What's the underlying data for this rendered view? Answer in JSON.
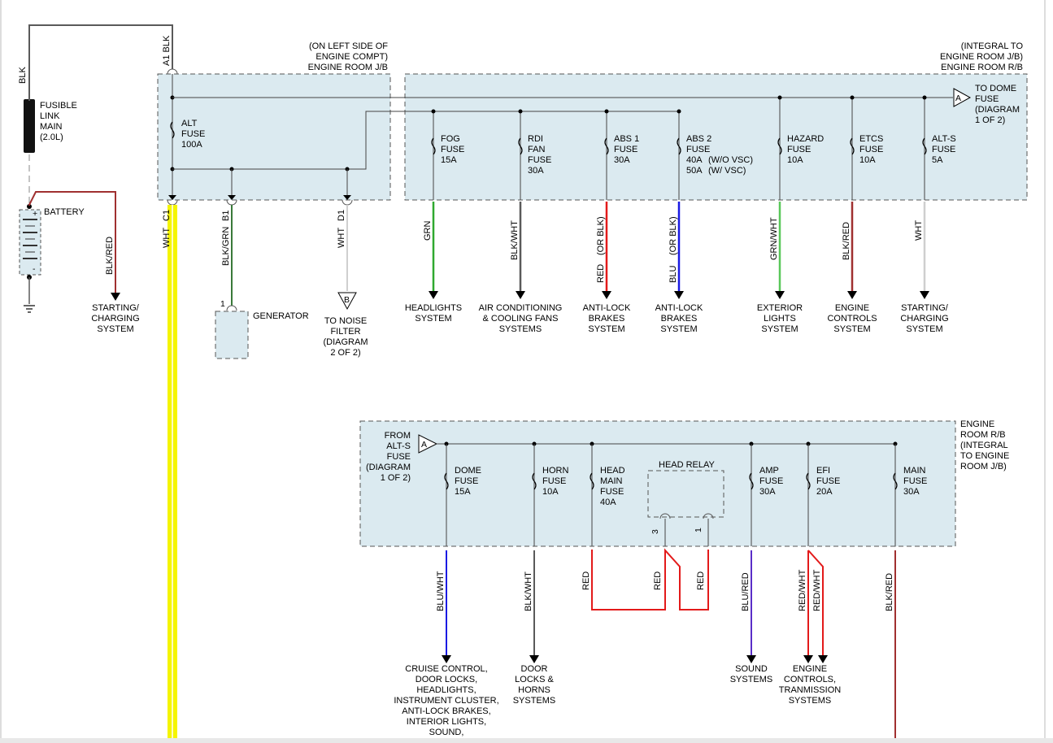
{
  "colors": {
    "GRN": "#2fa82f",
    "RED": "#e31a1a",
    "BLU": "#1a1ae3",
    "WHT": "#cfcfcf",
    "BLK": "#5a5a5a",
    "YEL": "#f5f500",
    "VIO": "#5a2ec8",
    "box_fill": "#dbeaf0"
  },
  "top": {
    "fusible_link": [
      "FUSIBLE",
      "LINK",
      "MAIN",
      "(2.0L)"
    ],
    "fusible_wire": "BLK",
    "a1_label": "A1 BLK",
    "battery_label": "BATTERY",
    "battery_wire": "BLK/RED",
    "battery_dest": [
      "STARTING/",
      "CHARGING",
      "SYSTEM"
    ],
    "jb_title": [
      "(ON LEFT SIDE OF",
      "ENGINE COMPT)",
      "ENGINE ROOM J/B"
    ],
    "rb_title": [
      "(INTEGRAL TO",
      "ENGINE ROOM J/B)",
      "ENGINE ROOM R/B"
    ],
    "alt_fuse": [
      "ALT",
      "FUSE",
      "100A"
    ],
    "c1": {
      "pin": "C1",
      "wire": "WHT"
    },
    "b1": {
      "pin": "B1",
      "wire": "BLK/GRN"
    },
    "d1": {
      "pin": "D1",
      "wire": "WHT"
    },
    "generator": {
      "pin": "1",
      "label": "GENERATOR"
    },
    "noise_connector": "B",
    "noise_label": [
      "TO NOISE",
      "FILTER",
      "(DIAGRAM",
      "2 OF 2)"
    ],
    "dome_connector": "A",
    "dome_label": [
      "TO DOME",
      "FUSE",
      "(DIAGRAM",
      "1 OF 2)"
    ],
    "fuses": [
      {
        "lines": [
          "FOG",
          "FUSE",
          "15A"
        ],
        "wire": "GRN",
        "dest": [
          "HEADLIGHTS",
          "SYSTEM"
        ]
      },
      {
        "lines": [
          "RDI",
          "FAN",
          "FUSE",
          "30A"
        ],
        "wire": "BLK/WHT",
        "dest": [
          "AIR CONDITIONING",
          "& COOLING FANS",
          "SYSTEMS"
        ]
      },
      {
        "lines": [
          "ABS 1",
          "FUSE",
          "30A"
        ],
        "wire": "RED",
        "wire_alt": "(OR BLK)",
        "dest": [
          "ANTI-LOCK",
          "BRAKES",
          "SYSTEM"
        ]
      },
      {
        "lines": [
          "ABS 2",
          "FUSE",
          "40A",
          "50A"
        ],
        "notes": [
          "(W/O VSC)",
          "(W/ VSC)"
        ],
        "wire": "BLU",
        "wire_alt": "(OR BLK)",
        "dest": [
          "ANTI-LOCK",
          "BRAKES",
          "SYSTEM"
        ]
      },
      {
        "lines": [
          "HAZARD",
          "FUSE",
          "10A"
        ],
        "wire": "GRN/WHT",
        "dest": [
          "EXTERIOR",
          "LIGHTS",
          "SYSTEM"
        ]
      },
      {
        "lines": [
          "ETCS",
          "FUSE",
          "10A"
        ],
        "wire": "BLK/RED",
        "dest": [
          "ENGINE",
          "CONTROLS",
          "SYSTEM"
        ]
      },
      {
        "lines": [
          "ALT-S",
          "FUSE",
          "5A"
        ],
        "wire": "WHT",
        "dest": [
          "STARTING/",
          "CHARGING",
          "SYSTEM"
        ]
      }
    ]
  },
  "bottom": {
    "rb_title": [
      "ENGINE",
      "ROOM R/B",
      "(INTEGRAL",
      "TO ENGINE",
      "ROOM J/B)"
    ],
    "from_connector": "A",
    "from_label": [
      "FROM",
      "ALT-S",
      "FUSE",
      "(DIAGRAM",
      "1 OF 2)"
    ],
    "fuses": [
      {
        "lines": [
          "DOME",
          "FUSE",
          "15A"
        ],
        "wire": "BLU/WHT",
        "dest": [
          "CRUISE CONTROL,",
          "DOOR LOCKS,",
          "HEADLIGHTS,",
          "INSTRUMENT CLUSTER,",
          "ANTI-LOCK BRAKES,",
          "INTERIOR LIGHTS,",
          "SOUND,"
        ]
      },
      {
        "lines": [
          "HORN",
          "FUSE",
          "10A"
        ],
        "wire": "BLK/WHT",
        "dest": [
          "DOOR",
          "LOCKS &",
          "HORNS",
          "SYSTEMS"
        ]
      },
      {
        "lines": [
          "HEAD",
          "MAIN",
          "FUSE",
          "40A"
        ],
        "wire": "RED",
        "dest": []
      },
      {
        "lines": [
          "AMP",
          "FUSE",
          "30A"
        ],
        "wire": "BLU/RED",
        "dest": [
          "SOUND",
          "SYSTEMS"
        ]
      },
      {
        "lines": [
          "EFI",
          "FUSE",
          "20A"
        ],
        "wire": "RED/WHT",
        "wire2": "RED/WHT",
        "dest": [
          "ENGINE",
          "CONTROLS,",
          "TRANMISSION",
          "SYSTEMS"
        ]
      },
      {
        "lines": [
          "MAIN",
          "FUSE",
          "30A"
        ],
        "wire": "BLK/RED",
        "dest": []
      }
    ],
    "head_relay": {
      "label": "HEAD RELAY",
      "pin3": "3",
      "pin1": "1",
      "wire3": "RED",
      "wire1": "RED"
    }
  }
}
